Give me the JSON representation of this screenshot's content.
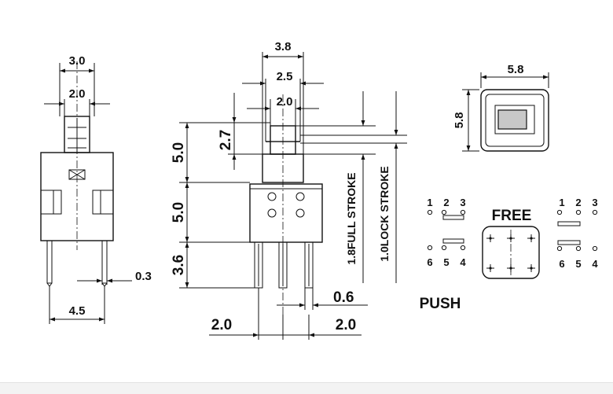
{
  "side_view": {
    "dim_width_outer": "3.0",
    "dim_width_inner": "2.0",
    "dim_pin": "0.3",
    "dim_pin_spacing": "4.5"
  },
  "front_view": {
    "dim_top_38": "3.8",
    "dim_top_25": "2.5",
    "dim_top_20": "2.0",
    "dim_h_27": "2.7",
    "dim_h_50_a": "5.0",
    "dim_h_50_b": "5.0",
    "dim_h_36": "3.6",
    "dim_pin_06": "0.6",
    "dim_pitch_left": "2.0",
    "dim_pitch_right": "2.0",
    "full_stroke": "1.8FULL STROKE",
    "lock_stroke": "1.0LOCK STROKE"
  },
  "top_view": {
    "dim_w": "5.8",
    "dim_h": "5.8"
  },
  "schematic": {
    "free_label": "FREE",
    "push_label": "PUSH",
    "pins_top": [
      "1",
      "2",
      "3"
    ],
    "pins_bottom": [
      "6",
      "5",
      "4"
    ]
  }
}
